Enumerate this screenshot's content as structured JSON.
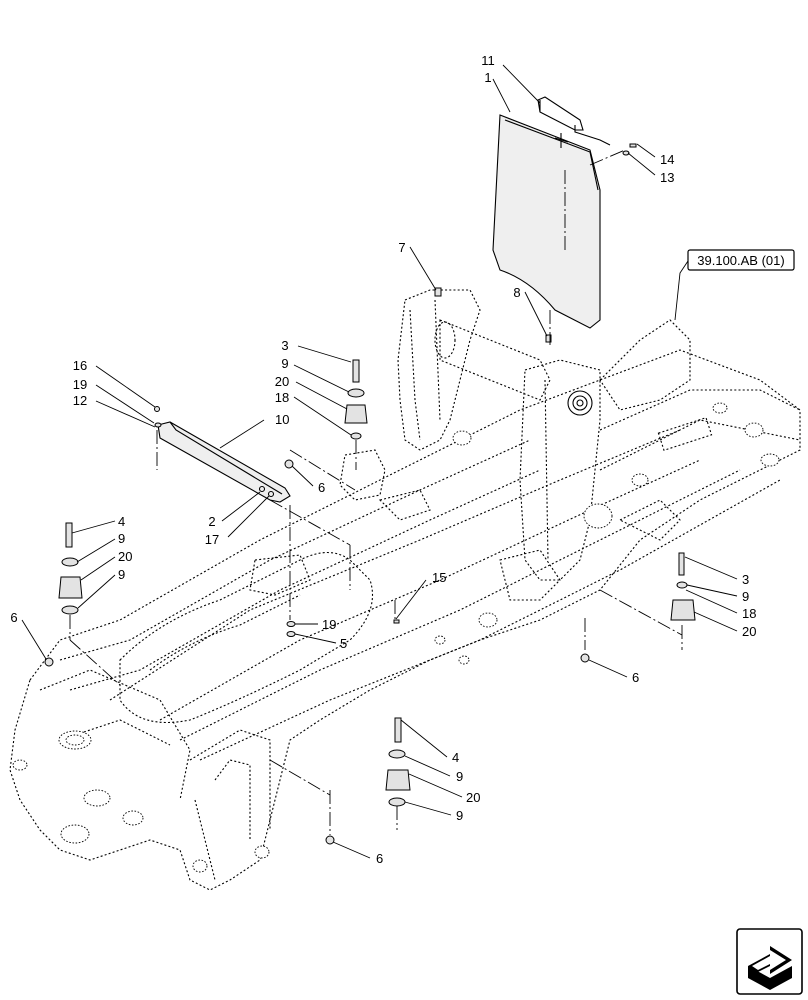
{
  "diagram": {
    "reference": "39.100.AB (01)",
    "callouts": [
      {
        "id": "c11",
        "label": "11"
      },
      {
        "id": "c1",
        "label": "1"
      },
      {
        "id": "c14",
        "label": "14"
      },
      {
        "id": "c13",
        "label": "13"
      },
      {
        "id": "c7",
        "label": "7"
      },
      {
        "id": "c8",
        "label": "8"
      },
      {
        "id": "c3a",
        "label": "3"
      },
      {
        "id": "c9a",
        "label": "9"
      },
      {
        "id": "c20a",
        "label": "20"
      },
      {
        "id": "c18a",
        "label": "18"
      },
      {
        "id": "c16",
        "label": "16"
      },
      {
        "id": "c19a",
        "label": "19"
      },
      {
        "id": "c12",
        "label": "12"
      },
      {
        "id": "c10",
        "label": "10"
      },
      {
        "id": "c6a",
        "label": "6"
      },
      {
        "id": "c2",
        "label": "2"
      },
      {
        "id": "c17",
        "label": "17"
      },
      {
        "id": "c4a",
        "label": "4"
      },
      {
        "id": "c9b",
        "label": "9"
      },
      {
        "id": "c20b",
        "label": "20"
      },
      {
        "id": "c9c",
        "label": "9"
      },
      {
        "id": "c6b",
        "label": "6"
      },
      {
        "id": "c15",
        "label": "15"
      },
      {
        "id": "c19b",
        "label": "19"
      },
      {
        "id": "c5",
        "label": "5"
      },
      {
        "id": "c3b",
        "label": "3"
      },
      {
        "id": "c9d",
        "label": "9"
      },
      {
        "id": "c18b",
        "label": "18"
      },
      {
        "id": "c20c",
        "label": "20"
      },
      {
        "id": "c6c",
        "label": "6"
      },
      {
        "id": "c4b",
        "label": "4"
      },
      {
        "id": "c9e",
        "label": "9"
      },
      {
        "id": "c20d",
        "label": "20"
      },
      {
        "id": "c9f",
        "label": "9"
      },
      {
        "id": "c6d",
        "label": "6"
      }
    ]
  }
}
